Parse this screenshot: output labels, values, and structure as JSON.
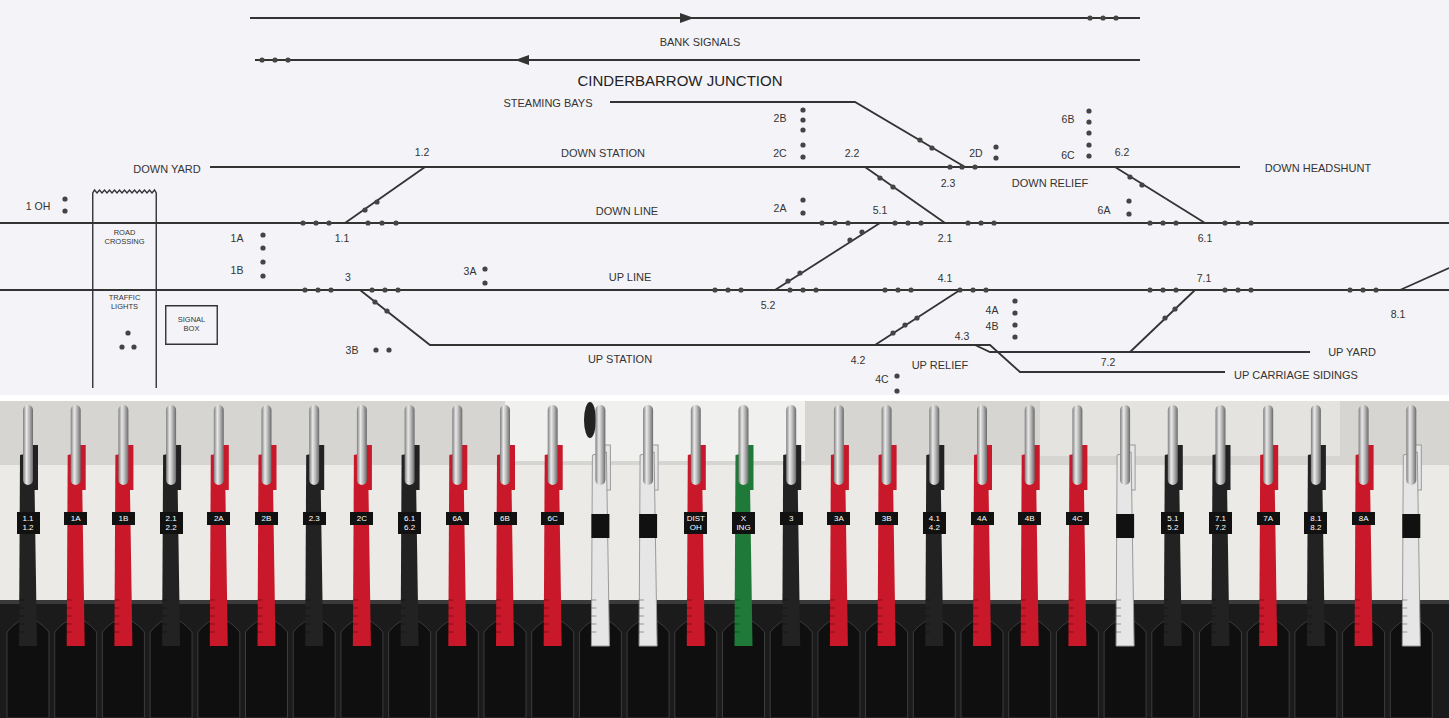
{
  "diagram": {
    "title": "CINDERBARROW JUNCTION",
    "nodes": [
      {
        "text": [
          "ROAD CROSSING",
          "TRAFFIC LIGHTS"
        ]
      },
      {
        "text": [
          "SIGNAL BOX"
        ]
      }
    ],
    "labels": [
      "BANK SIGNALS",
      "STEAMING BAYS",
      "2B",
      "2C",
      "2D",
      "6B",
      "6C",
      "6.2",
      "DOWN YARD",
      "1.2",
      "DOWN STATION",
      "2.2",
      "2.3",
      "DOWN RELIEF",
      "DOWN HEADSHUNT",
      "1 OH",
      "1A",
      "1B",
      "DOWN LINE",
      "2A",
      "5.1",
      "2.1",
      "6A",
      "1.1",
      "6.1",
      "3",
      "3A",
      "UP LINE",
      "5.2",
      "4.1",
      "7.1",
      "4A",
      "4B",
      "4.3",
      "3B",
      "UP STATION",
      "4.2",
      "UP RELIEF",
      "7.2",
      "UP YARD",
      "UP CARRIAGE SIDINGS",
      "4C",
      "8.1",
      "1.1 1.2",
      "1A",
      "1B",
      "2.1 2.2",
      "2A",
      "2B",
      "2.3",
      "2C",
      "6.1 6.2",
      "6A",
      "6B",
      "6C",
      "DIST OH",
      "X ING",
      "3",
      "3A",
      "3B",
      "4.1 4.2",
      "4A",
      "4B",
      "4C",
      "5.1 5.2",
      "7.1 7.2",
      "7A",
      "8.1 8.2",
      "8A"
    ]
  }
}
